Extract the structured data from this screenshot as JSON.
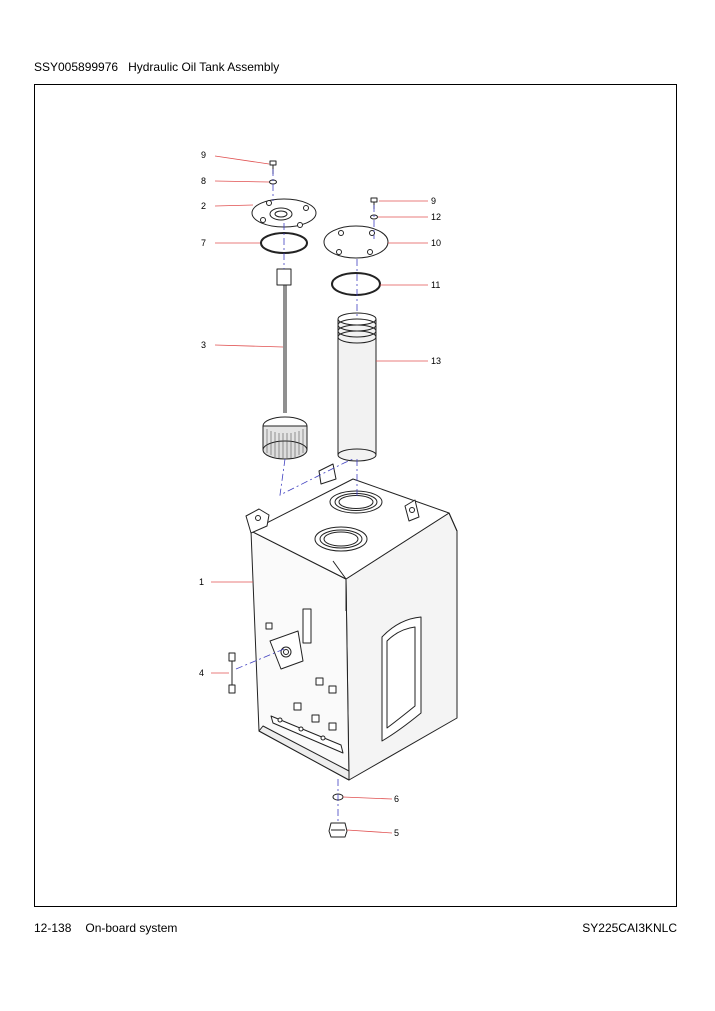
{
  "header": {
    "part_number": "SSY005899976",
    "title": "Hydraulic Oil Tank Assembly"
  },
  "callouts": {
    "c1": "1",
    "c2": "2",
    "c3": "3",
    "c4": "4",
    "c5": "5",
    "c6": "6",
    "c7": "7",
    "c8": "8",
    "c9a": "9",
    "c9b": "9",
    "c10": "10",
    "c11": "11",
    "c12": "12",
    "c13": "13"
  },
  "footer": {
    "page_number": "12-138",
    "section": "On-board system",
    "model": "SY225CAI3KNLC"
  },
  "colors": {
    "leader_line": "#e05050",
    "center_line": "#4040c0",
    "drawing_line": "#222222"
  }
}
